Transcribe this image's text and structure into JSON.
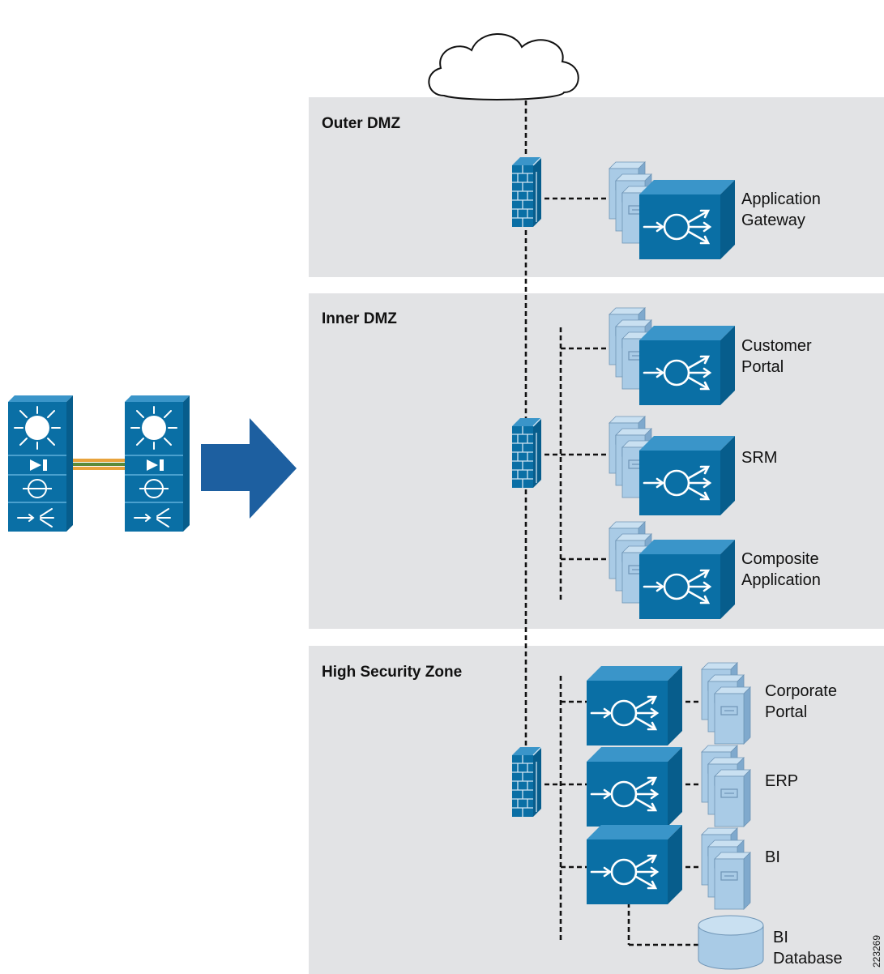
{
  "zones": {
    "outer": "Outer DMZ",
    "inner": "Inner DMZ",
    "high": "High Security Zone"
  },
  "labels": {
    "app_gateway": [
      "Application",
      "Gateway"
    ],
    "customer_portal": [
      "Customer",
      "Portal"
    ],
    "srm": [
      "SRM"
    ],
    "composite": [
      "Composite",
      "Application"
    ],
    "corporate_portal": [
      "Corporate",
      "Portal"
    ],
    "erp": [
      "ERP"
    ],
    "bi": [
      "BI"
    ],
    "bi_database": [
      "BI",
      "Database"
    ]
  },
  "figure_number": "223269",
  "colors": {
    "device_blue": "#0a6fa5",
    "server_light": "#a9cbe6",
    "zone_gray": "#e2e3e5",
    "arrow_blue": "#1d5fa0",
    "link_orange": "#e8a33c",
    "link_green": "#5a8a3a"
  },
  "icons": {
    "switch": "multilayer-switch-stack-icon",
    "firewall": "firewall-icon",
    "ace": "content-switch-icon",
    "server": "server-stack-icon",
    "database": "database-icon",
    "cloud": "cloud-icon",
    "arrow": "right-arrow-icon"
  }
}
